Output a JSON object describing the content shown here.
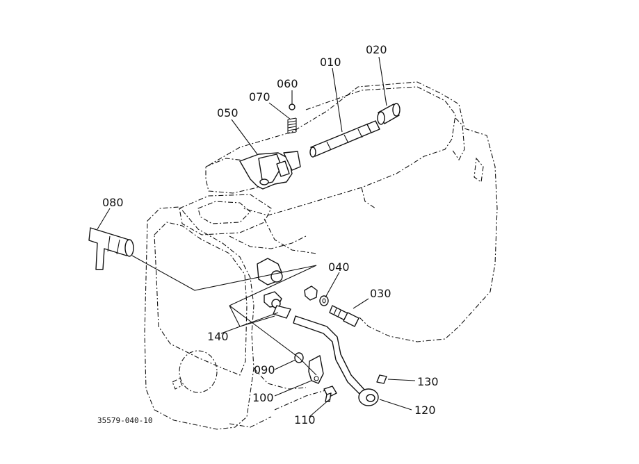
{
  "diagram": {
    "parts": [
      {
        "id": "p010",
        "label": "010"
      },
      {
        "id": "p020",
        "label": "020"
      },
      {
        "id": "p030",
        "label": "030"
      },
      {
        "id": "p040",
        "label": "040"
      },
      {
        "id": "p050",
        "label": "050"
      },
      {
        "id": "p060",
        "label": "060"
      },
      {
        "id": "p070",
        "label": "070"
      },
      {
        "id": "p080",
        "label": "080"
      },
      {
        "id": "p090",
        "label": "090"
      },
      {
        "id": "p100",
        "label": "100"
      },
      {
        "id": "p110",
        "label": "110"
      },
      {
        "id": "p120",
        "label": "120"
      },
      {
        "id": "p130",
        "label": "130"
      },
      {
        "id": "p140",
        "label": "140"
      }
    ],
    "reference_code": "35579-040-10"
  }
}
